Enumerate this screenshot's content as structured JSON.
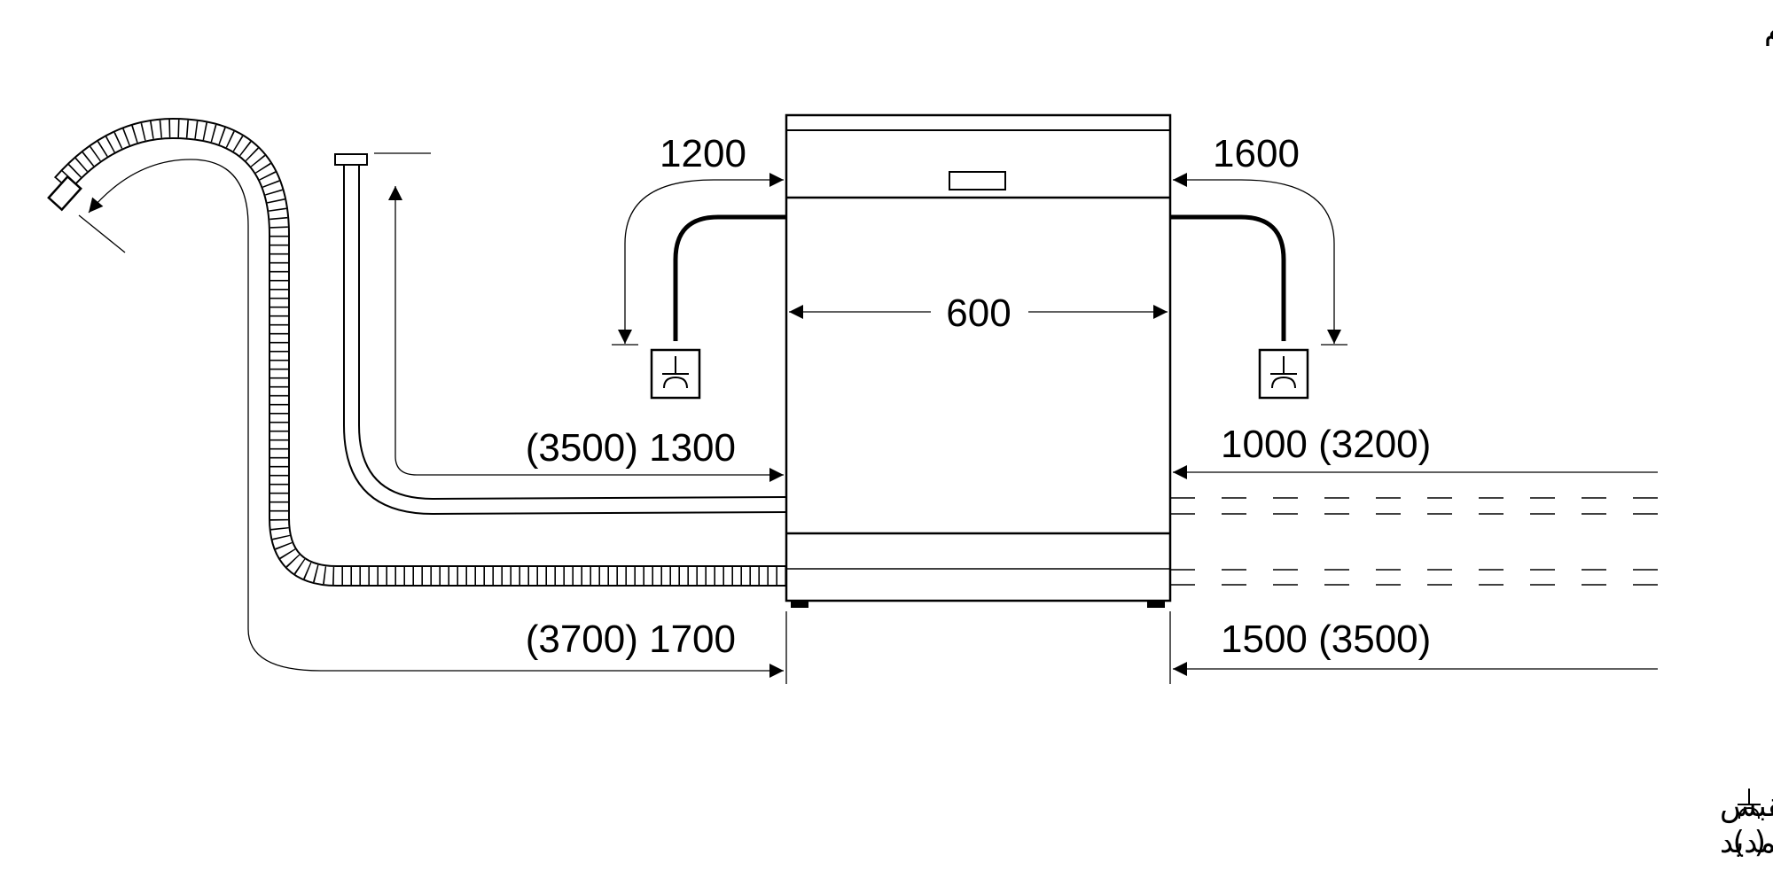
{
  "header": {
    "units_note": "القياسات بالـ مم"
  },
  "dimensions": {
    "top_left": "1200",
    "top_right": "1600",
    "width": "600",
    "inlet_left": "(3500) 1300",
    "inlet_right": "1000 (3200)",
    "drain_left": "(3700) 1700",
    "drain_right": "1500 (3500)"
  },
  "legend": {
    "socket_label": "المقبس",
    "parentheses_symbol": "( )",
    "extension_label": "القيم مع عدة التمديد"
  }
}
